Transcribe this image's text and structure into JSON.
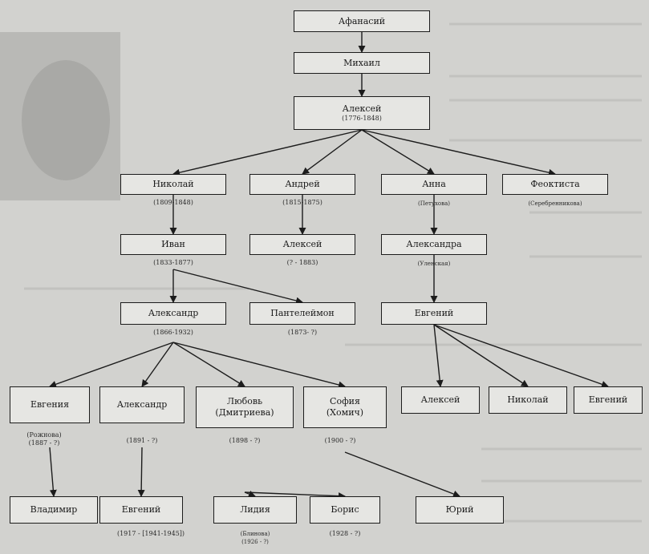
{
  "tree": {
    "nodes": [
      {
        "id": "afanasy",
        "name": "Афанасий"
      },
      {
        "id": "mikhail",
        "name": "Михаил"
      },
      {
        "id": "aleksey1",
        "name": "Алексей",
        "dates": "(1776-1848)"
      },
      {
        "id": "nikolay1",
        "name": "Николай",
        "dates": "(1809-1848)"
      },
      {
        "id": "andrey",
        "name": "Андрей",
        "dates": "(1815-1875)"
      },
      {
        "id": "anna",
        "name": "Анна",
        "dates": "(Петухова)"
      },
      {
        "id": "feoktista",
        "name": "Феоктиста",
        "dates": "(Серебренникова)"
      },
      {
        "id": "ivan",
        "name": "Иван",
        "dates": "(1833-1877)"
      },
      {
        "id": "aleksey2",
        "name": "Алексей",
        "dates": "(? - 1883)"
      },
      {
        "id": "aleksandra",
        "name": "Александра",
        "dates": "(Уленская)"
      },
      {
        "id": "aleksandr1",
        "name": "Александр",
        "dates": "(1866-1932)"
      },
      {
        "id": "panteleymon",
        "name": "Пантелеймон",
        "dates": "(1873- ?)"
      },
      {
        "id": "evgeniy1",
        "name": "Евгений"
      },
      {
        "id": "evgeniya",
        "name": "Евгения",
        "dates": "(Рожнова)\n(1887 - ?)"
      },
      {
        "id": "aleksandr2",
        "name": "Александр",
        "dates": "(1891 - ?)"
      },
      {
        "id": "lyubov",
        "name": "Любовь\n(Дмитриева)",
        "dates": "(1898 - ?)"
      },
      {
        "id": "sofiya",
        "name": "София\n(Хомич)",
        "dates": "(1900 - ?)"
      },
      {
        "id": "aleksey3",
        "name": "Алексей"
      },
      {
        "id": "nikolay2",
        "name": "Николай"
      },
      {
        "id": "evgeniy2",
        "name": "Евгений"
      },
      {
        "id": "vladimir",
        "name": "Владимир"
      },
      {
        "id": "evgeniy3",
        "name": "Евгений",
        "dates": "(1917 - [1941-1945])"
      },
      {
        "id": "lidiya",
        "name": "Лидия",
        "dates": "(Блинова)\n(1926 - ?)"
      },
      {
        "id": "boris",
        "name": "Борис",
        "dates": "(1928 - ?)"
      },
      {
        "id": "yuriy",
        "name": "Юрий"
      }
    ],
    "edges": [
      [
        "afanasy",
        "mikhail"
      ],
      [
        "mikhail",
        "aleksey1"
      ],
      [
        "aleksey1",
        "nikolay1"
      ],
      [
        "aleksey1",
        "andrey"
      ],
      [
        "aleksey1",
        "anna"
      ],
      [
        "aleksey1",
        "feoktista"
      ],
      [
        "nikolay1",
        "ivan"
      ],
      [
        "andrey",
        "aleksey2"
      ],
      [
        "anna",
        "aleksandra"
      ],
      [
        "ivan",
        "aleksandr1"
      ],
      [
        "ivan",
        "panteleymon"
      ],
      [
        "aleksandra",
        "evgeniy1"
      ],
      [
        "aleksandr1",
        "evgeniya"
      ],
      [
        "aleksandr1",
        "aleksandr2"
      ],
      [
        "aleksandr1",
        "lyubov"
      ],
      [
        "aleksandr1",
        "sofiya"
      ],
      [
        "evgeniy1",
        "aleksey3"
      ],
      [
        "evgeniy1",
        "nikolay2"
      ],
      [
        "evgeniy1",
        "evgeniy2"
      ],
      [
        "evgeniya",
        "vladimir"
      ],
      [
        "aleksandr2",
        "evgeniy3"
      ],
      [
        "lyubov",
        "lidiya"
      ],
      [
        "lyubov",
        "boris"
      ],
      [
        "sofiya",
        "yuriy"
      ]
    ]
  }
}
